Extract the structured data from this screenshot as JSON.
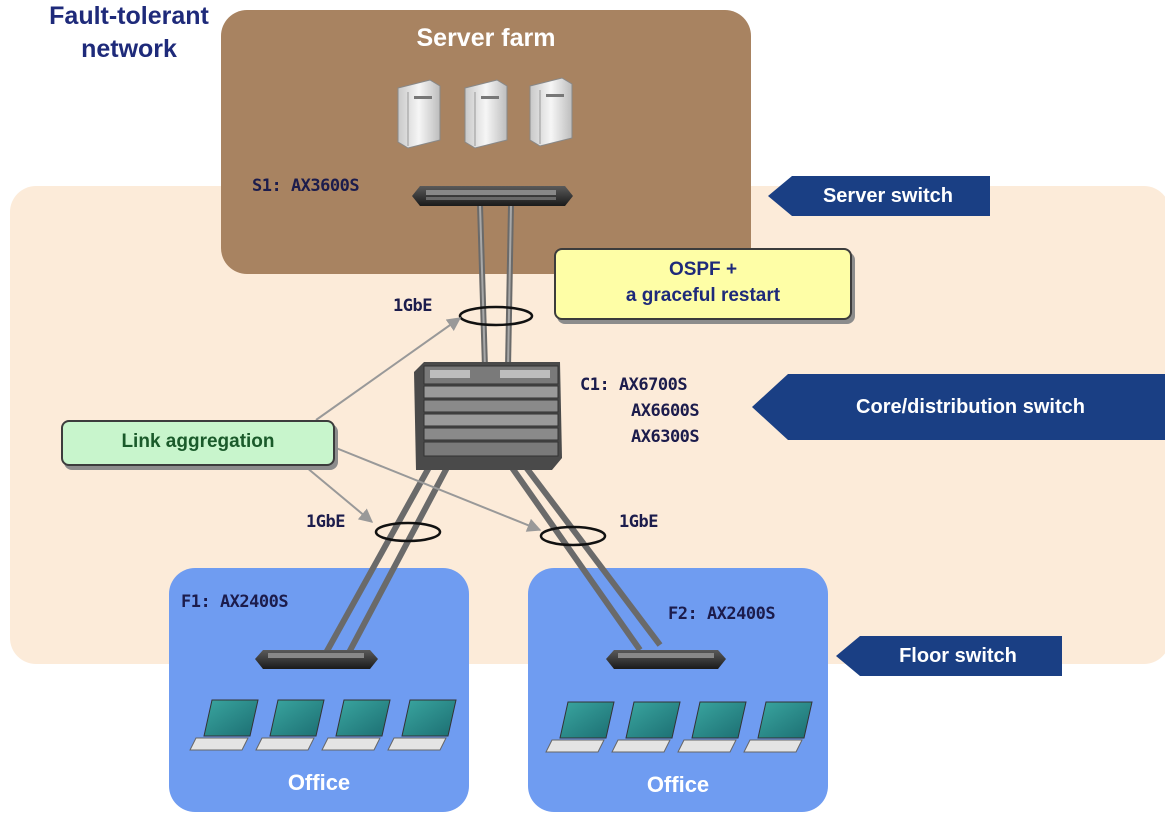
{
  "server_farm": {
    "title": "Server farm"
  },
  "offices": [
    {
      "title": "Office"
    },
    {
      "title": "Office"
    }
  ],
  "network": {
    "title_line1": "Fault-tolerant",
    "title_line2": "network"
  },
  "switches": {
    "s1": {
      "label": "S1: AX3600S"
    },
    "c1": {
      "label_line1": "C1: AX6700S",
      "label_line2": "AX6600S",
      "label_line3": "AX6300S"
    },
    "f1": {
      "label": "F1: AX2400S"
    },
    "f2": {
      "label": "F2: AX2400S"
    }
  },
  "links": {
    "top": "1GbE",
    "left": "1GbE",
    "right": "1GbE"
  },
  "callouts": {
    "ospf_line1": "OSPF +",
    "ospf_line2": "a graceful restart",
    "link_aggregation": "Link aggregation"
  },
  "tags": {
    "server_switch": "Server switch",
    "core_switch": "Core/distribution switch",
    "floor_switch": "Floor switch"
  },
  "colors": {
    "server_farm_bg": "#a88361",
    "network_bg": "#fcebd9",
    "office_bg": "#6f9cf1",
    "tag_bg": "#1a3f84",
    "ospf_bg": "#fefea6",
    "lag_bg": "#c8f5cc"
  },
  "icons": [
    "server-icon",
    "switch-icon",
    "chassis-switch-icon",
    "laptop-icon"
  ]
}
